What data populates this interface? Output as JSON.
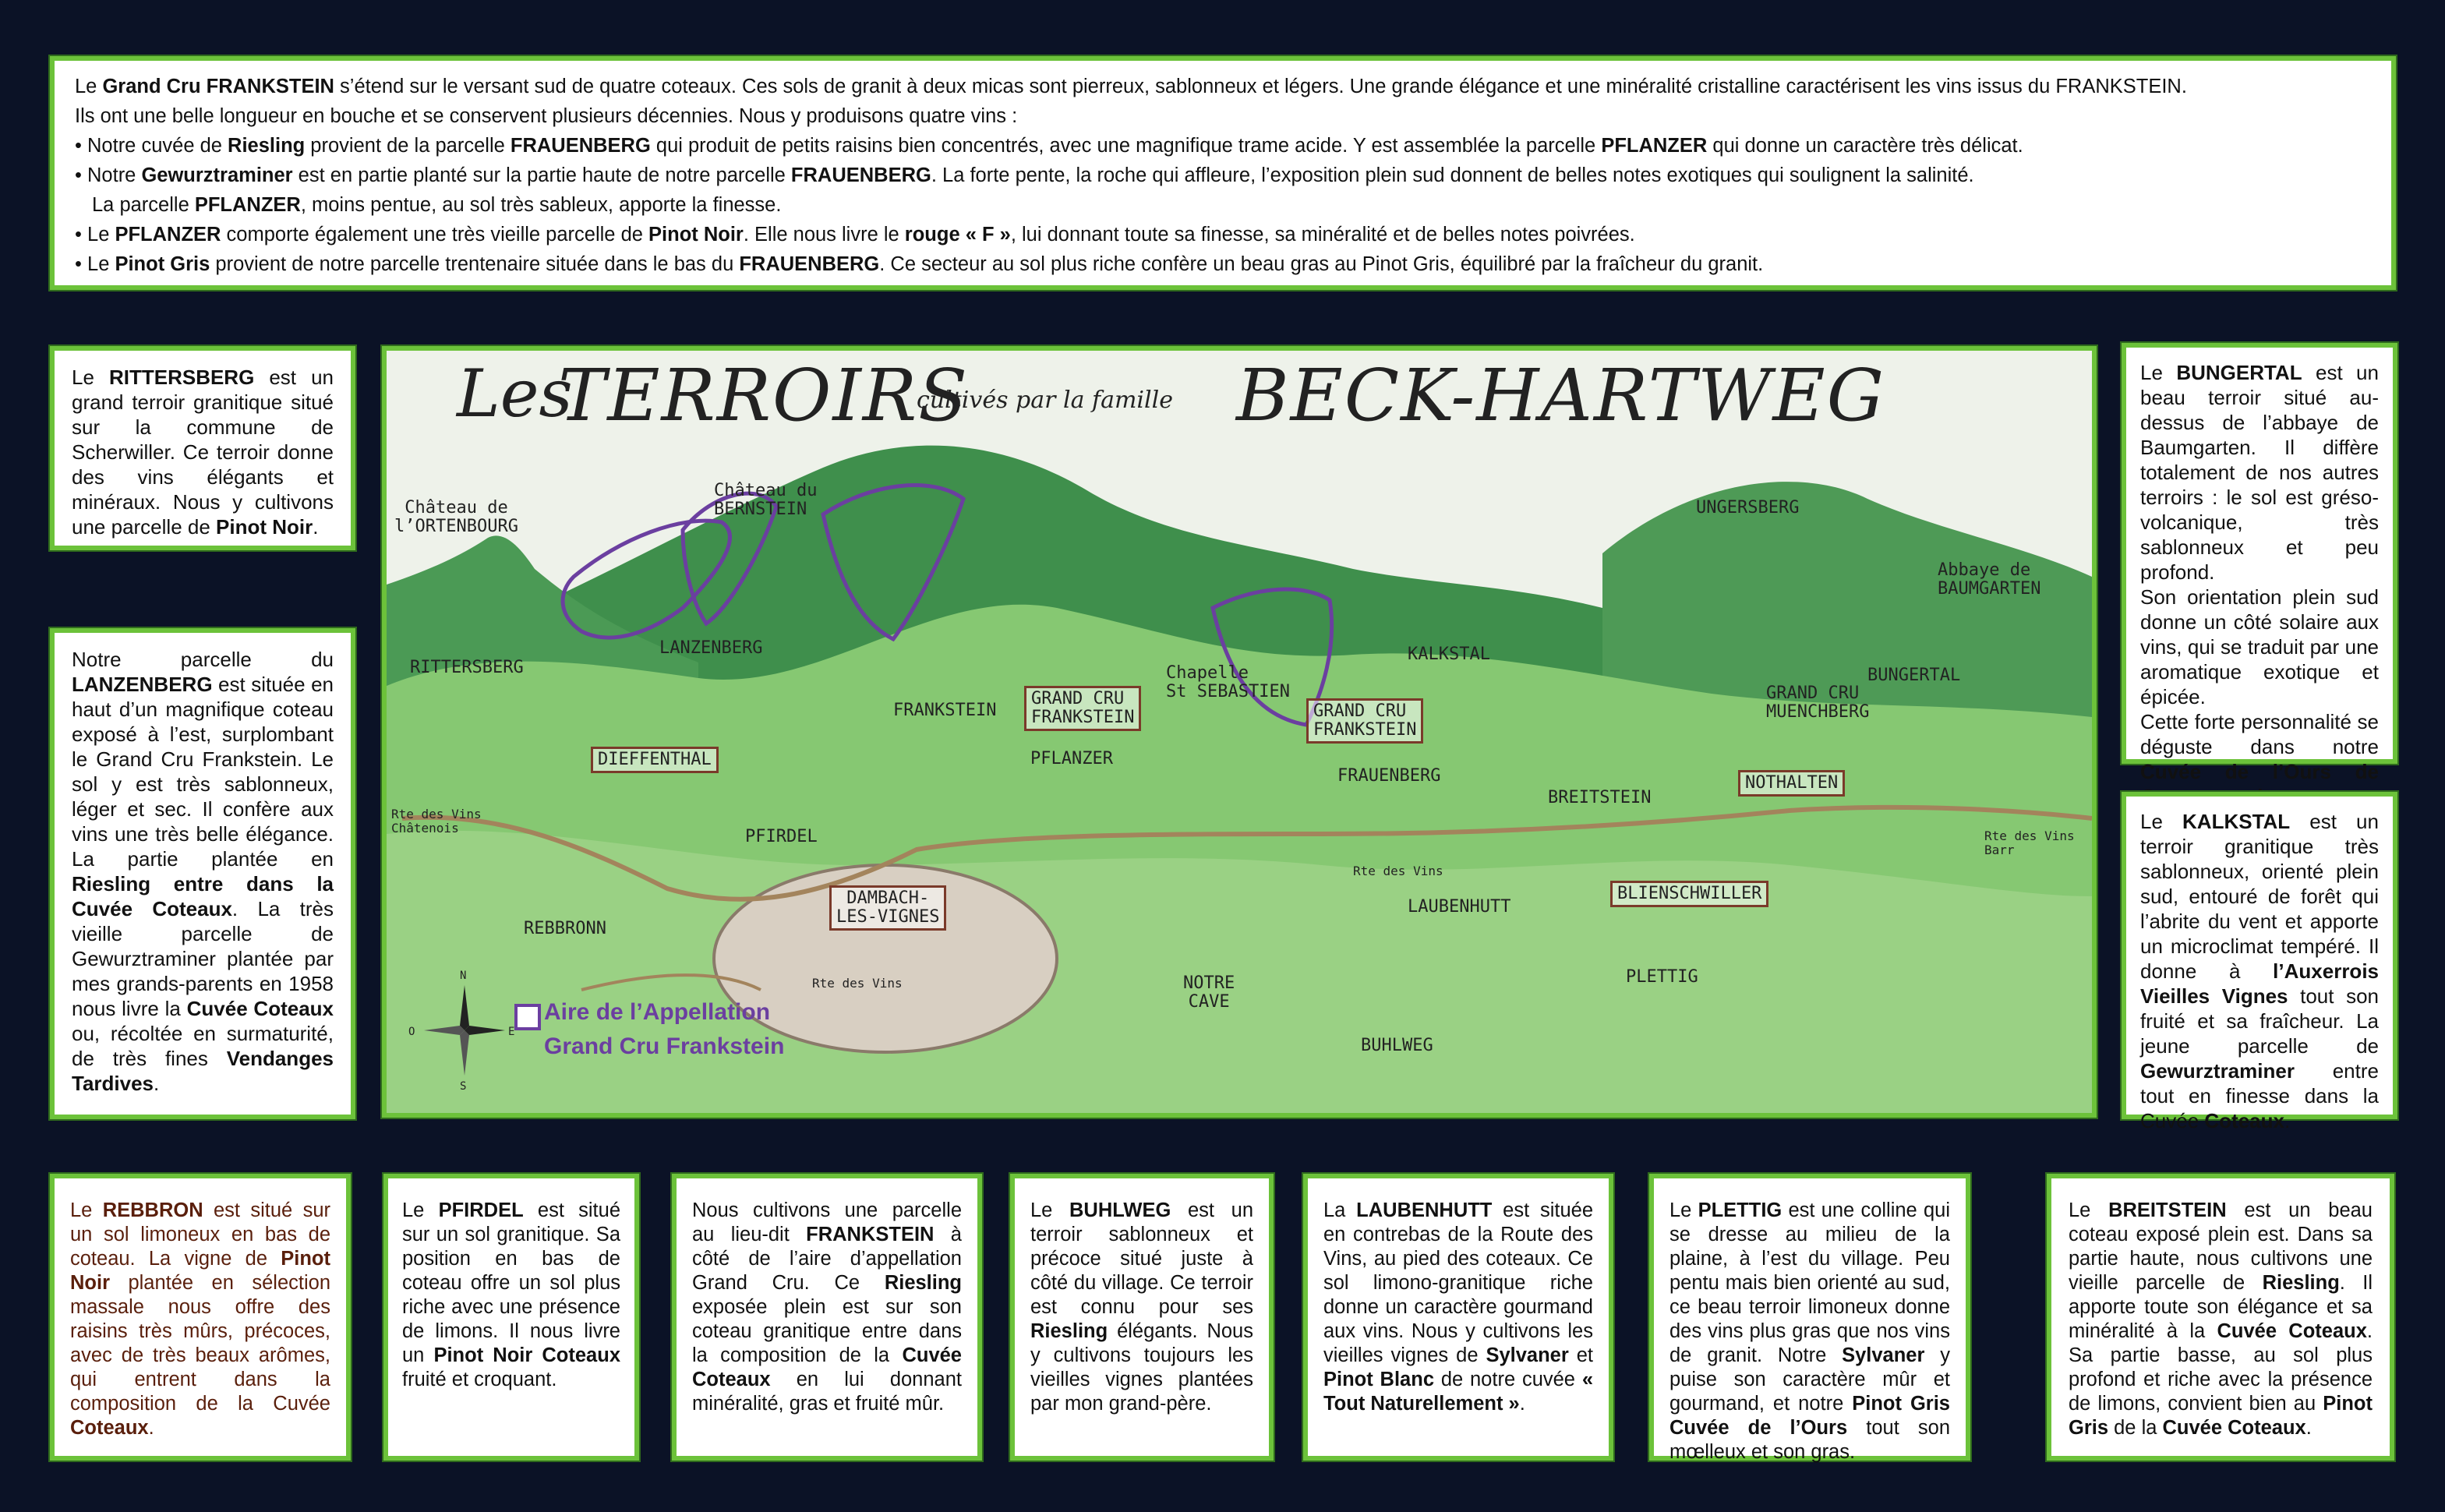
{
  "intro": {
    "p1_a": "Le ",
    "p1_b": "Grand Cru FRANKSTEIN",
    "p1_c": " s’étend sur le versant sud de quatre coteaux. Ces sols de granit à deux micas sont pierreux, sablonneux et légers. Une grande élégance et une minéralité cristalline caractérisent les vins issus du FRANKSTEIN.",
    "p2": "Ils ont une belle longueur en bouche et se conservent plusieurs décennies. Nous y produisons quatre vins :",
    "b1_a": "• Notre cuvée de ",
    "b1_b": "Riesling",
    "b1_c": " provient de la parcelle ",
    "b1_d": "FRAUENBERG",
    "b1_e": " qui produit de petits raisins bien concentrés, avec une magnifique trame acide. Y est assemblée la parcelle ",
    "b1_f": "PFLANZER",
    "b1_g": " qui donne un caractère très délicat.",
    "b2_a": "• Notre ",
    "b2_b": "Gewurztraminer",
    "b2_c": " est en partie planté sur la partie haute de notre parcelle ",
    "b2_d": "FRAUENBERG",
    "b2_e": ". La forte pente, la roche qui affleure, l’exposition plein sud donnent de belles notes exotiques qui soulignent la salinité.",
    "b2b_a": "   La parcelle ",
    "b2b_b": "PFLANZER",
    "b2b_c": ", moins pentue, au sol très sableux, apporte la finesse.",
    "b3_a": "• Le ",
    "b3_b": "PFLANZER",
    "b3_c": " comporte également une très vieille parcelle de ",
    "b3_d": "Pinot Noir",
    "b3_e": ". Elle nous livre le ",
    "b3_f": "rouge « F »",
    "b3_g": ", lui donnant toute sa finesse, sa minéralité et de belles notes poivrées.",
    "b4_a": "• Le ",
    "b4_b": "Pinot Gris",
    "b4_c": " provient de notre parcelle trentenaire située dans le bas du ",
    "b4_d": "FRAUENBERG",
    "b4_e": ". Ce secteur au sol plus riche confère un beau gras au Pinot Gris, équilibré par la fraîcheur du granit."
  },
  "rittersberg": {
    "a": "Le ",
    "b": "RITTERSBERG",
    "c": " est un grand terroir granitique situé sur la commune de Scherwiller. Ce terroir donne des vins élégants et minéraux. Nous y cultivons une parcelle de ",
    "d": "Pinot Noir",
    "e": "."
  },
  "lanzenberg": {
    "a": "Notre parcelle du ",
    "b": "LANZENBERG",
    "c": " est située en haut d’un magnifique coteau exposé à l’est, surplombant le Grand Cru Frankstein. Le sol y est très sablonneux, léger et sec. Il confère aux vins une très belle élégance. La partie plantée en ",
    "d": "Riesling entre dans la Cuvée Coteaux",
    "e": ". La très vieille parcelle de Gewurztraminer plantée par mes grands-parents en 1958 nous livre la ",
    "f": "Cuvée Coteaux",
    "g": " ou, récoltée en surmaturité, de très fines ",
    "h": "Vendanges Tardives",
    "i": "."
  },
  "bungertal": {
    "a": "Le ",
    "b": "BUNGERTAL",
    "c": " est un beau terroir situé au-dessus de l’abbaye de Baumgarten. Il diffère totalement de nos autres terroirs : le sol est gréso-volcanique, très sablonneux et peu profond.",
    "d": "Son orientation plein sud donne un côté solaire aux vins, qui se traduit par une aromatique exotique et épicée.",
    "e": "Cette forte personnalité se déguste dans notre ",
    "f": "Cuvée de l’Ours de Gewurztraminer",
    "g": "."
  },
  "kalkstal": {
    "a": "Le ",
    "b": "KALKSTAL",
    "c": " est un terroir granitique très sablonneux, orienté plein sud, entouré de forêt qui l’abrite du vent et apporte un microclimat tempéré. Il donne à ",
    "d": "l’Auxerrois Vieilles Vignes",
    "e": " tout son fruité et sa fraîcheur. La jeune parcelle de ",
    "f": "Gewurztraminer",
    "g": " entre tout en finesse dans la Cuvée ",
    "h": "Coteaux",
    "i": "."
  },
  "rebbron": {
    "a": "Le ",
    "b": "REBBRON",
    "c": " est situé sur un sol limoneux en bas de coteau. La vigne de ",
    "d": "Pinot Noir",
    "e": " plantée en sélection massale nous offre des raisins très mûrs, précoces, avec de très beaux arômes, qui entrent dans la composition de la Cuvée ",
    "f": "Coteaux",
    "g": "."
  },
  "pfirdel": {
    "a": "Le ",
    "b": "PFIRDEL",
    "c": " est situé sur un sol granitique. Sa position en bas de coteau offre un sol plus riche avec une présence de limons. Il nous livre un ",
    "d": "Pinot Noir Coteaux",
    "e": " fruité et croquant."
  },
  "frankstein": {
    "a": "Nous cultivons une parcelle au lieu-dit ",
    "b": "FRANKSTEIN",
    "c": " à côté de l’aire d’appellation Grand Cru. Ce ",
    "d": "Riesling",
    "e": " exposée plein est sur son coteau granitique entre dans la composition de la ",
    "f": "Cuvée Coteaux",
    "g": " en lui donnant minéralité, gras et fruité mûr."
  },
  "buhlweg": {
    "a": "Le ",
    "b": "BUHLWEG",
    "c": " est un terroir sablonneux et précoce situé juste à côté du village. Ce terroir est connu pour ses ",
    "d": "Riesling",
    "e": " élégants. Nous y cultivons toujours les vieilles vignes plantées par mon grand-père."
  },
  "laubenhutt": {
    "a": "La ",
    "b": "LAUBENHUTT",
    "c": " est située en contrebas de la Route des Vins, au pied des coteaux. Ce sol limono-granitique riche donne un caractère gourmand aux vins. Nous y cultivons les vieilles vignes de ",
    "d": "Sylvaner",
    "e": " et ",
    "f": "Pinot Blanc",
    "g": " de notre cuvée ",
    "h": "« Tout Naturellement »",
    "i": "."
  },
  "plettig": {
    "a": "Le ",
    "b": "PLETTIG",
    "c": " est une colline qui se dresse au milieu de la plaine, à l’est du village. Peu pentu mais bien orienté au sud, ce beau terroir limoneux donne des vins plus gras que nos vins de granit. Notre ",
    "d": "Sylvaner",
    "e": " y puise son caractère mûr et gourmand, et notre ",
    "f": "Pinot Gris Cuvée de l’Ours",
    "g": " tout son mœlleux et son gras."
  },
  "breitstein": {
    "a": "Le ",
    "b": "BREITSTEIN",
    "c": " est un beau coteau exposé plein est. Dans sa partie haute, nous cultivons une vieille parcelle de ",
    "d": "Riesling",
    "e": ". Il apporte toute son élégance et sa minéralité à la ",
    "f": "Cuvée Coteaux",
    "g": ". Sa partie basse, au sol plus profond et riche avec la présence de limons, convient bien au ",
    "h": "Pinot Gris",
    "i": " de la ",
    "j": "Cuvée Coteaux",
    "k": "."
  },
  "map": {
    "title_les": "Les",
    "title_terroirs": "TERROIRS",
    "title_sub": "cultivés par la famille",
    "title_family": "BECK-HARTWEG",
    "labels": {
      "ortenbourg": "Château de\nl’ORTENBOURG",
      "bernstein": "Château du\nBERNSTEIN",
      "ungersberg": "UNGERSBERG",
      "baumgarten": "Abbaye de\nBAUMGARTEN",
      "rittersberg": "RITTERSBERG",
      "lanzenberg": "LANZENBERG",
      "frankstein": "FRANKSTEIN",
      "gc1": "GRAND CRU\nFRANKSTEIN",
      "chapelle": "Chapelle\nSt SEBASTIEN",
      "gc2": "GRAND CRU\nFRANKSTEIN",
      "kalkstal": "KALKSTAL",
      "bungertal": "BUNGERTAL",
      "muenchberg": "GRAND CRU\nMUENCHBERG",
      "dieffenthal": "DIEFFENTHAL",
      "pflanzer": "PFLANZER",
      "frauenberg": "FRAUENBERG",
      "breitstein": "BREITSTEIN",
      "nothalten": "NOTHALTEN",
      "pfirdel": "PFIRDEL",
      "dambach": "DAMBACH-\nLES-VIGNES",
      "laubenhutt": "LAUBENHUTT",
      "blienschwiller": "BLIENSCHWILLER",
      "rebbronn": "REBBRONN",
      "notre_cave": "NOTRE\nCAVE",
      "plettig": "PLETTIG",
      "buhlweg": "BUHLWEG",
      "route_left": "Rte des Vins\nChâtenois",
      "route_mid": "Rte des Vins",
      "route_right": "Rte des Vins\nBarr",
      "route_low": "Rte des Vins"
    },
    "legend_1": "Aire de l’Appellation",
    "legend_2": "Grand Cru Frankstein",
    "compass": {
      "n": "N",
      "s": "S",
      "e": "E",
      "w": "O"
    },
    "colors": {
      "hill": "#7cc46a",
      "forest": "#2f8a3c",
      "sky": "#eef2ea",
      "appellation": "#6b3fa0",
      "frame": "#6cc23a"
    }
  }
}
